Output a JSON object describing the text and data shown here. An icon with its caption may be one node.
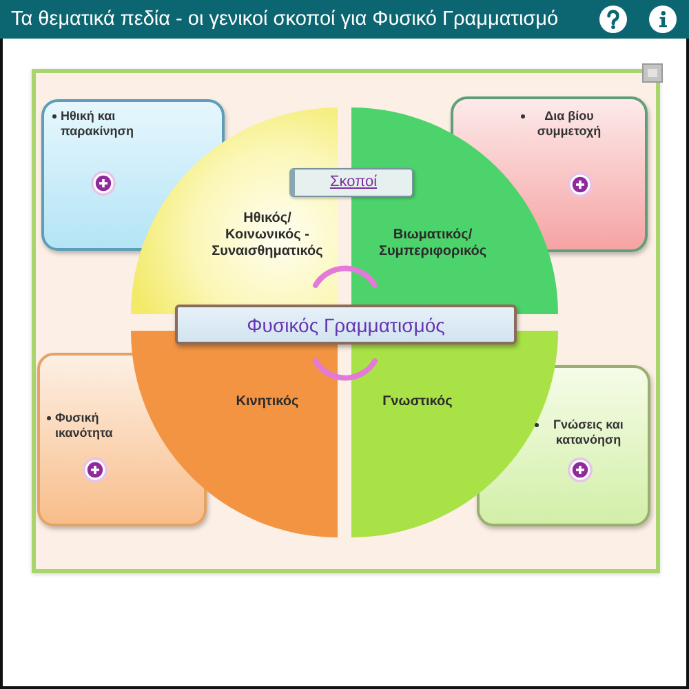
{
  "diagram": {
    "title": "Τα θεματικά πεδία - οι γενικοί σκοποί για Φυσικό Γραμματισμό",
    "nodes": [
      {
        "text": [
          "Ηθική και παρακίνηση"
        ]
      },
      {
        "text": [
          "Δια βίου συμμετοχή"
        ]
      },
      {
        "text": [
          "Σκοποί"
        ]
      },
      {
        "text": [
          "Ηθικός/ Κοινωνικός - Συναισθηματικός"
        ]
      },
      {
        "text": [
          "Βιωματικός/ Συμπεριφορικός"
        ]
      },
      {
        "text": [
          "Φυσικός Γραμματισμός"
        ]
      },
      {
        "text": [
          "Κινητικός"
        ]
      },
      {
        "text": [
          "Γνωστικός"
        ]
      },
      {
        "text": [
          "Φυσική ικανότητα"
        ]
      },
      {
        "text": [
          "Γνώσεις και κατανόηση"
        ]
      }
    ],
    "edges": [
      {
        "from": 3,
        "to": 4,
        "arrow": "none"
      },
      {
        "from": 6,
        "to": 7,
        "arrow": "none"
      }
    ]
  }
}
